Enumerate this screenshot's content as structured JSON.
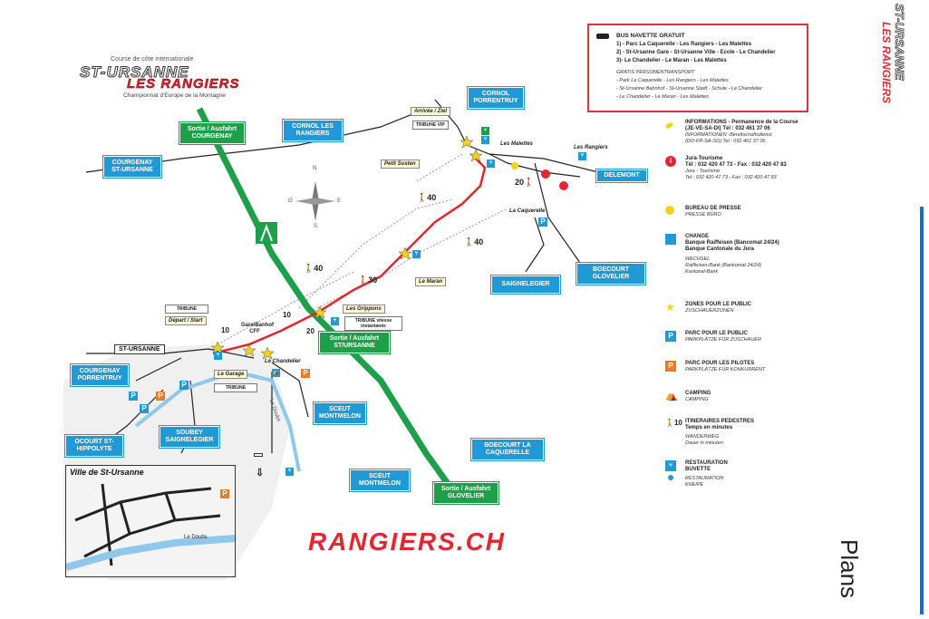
{
  "logo_text": {
    "top": "Course de côte internationale",
    "name1": "ST-URSANNE",
    "name2": "LES RANGIERS",
    "bottom": "Championnat d'Europe de la Montagne"
  },
  "brand_url": "RANGIERS.CH",
  "side_title": "Plans",
  "compass": {
    "n": "N",
    "e": "E",
    "s": "S",
    "o": "O"
  },
  "signs": {
    "sortie_courgenay": "Sortie / Ausfahrt COURGENAY",
    "cornol_rangiers": "CORNOL LES RANGIERS",
    "cornol_porrentruy": "CORNOL PORRENTRUY",
    "courgenay_stursanne": "COURGENAY ST-URSANNE",
    "delemont": "DELEMONT",
    "saignelegier": "SAIGNELEGIER",
    "boecourt_glovelier": "BOECOURT GLOVELIER",
    "courgenay_porrentruy": "COURGENAY PORRENTRUY",
    "sortie_stursanne": "Sortie / Ausfahrt ST/URSANNE",
    "sceut_montmelon_1": "SCEUT MONTMELON",
    "ocourt": "OCOURT ST-HIPPOLYTE",
    "soubey": "SOUBEY SAIGNELEGIER",
    "boecourt_caquerelle": "BOECOURT LA CAQUERELLE",
    "sceut_montmelon_2": "SCEUT MONTMELON",
    "sortie_glovelier": "Sortie / Ausfahrt GLOVELIER"
  },
  "places": {
    "arrivee": "Arrivée / Ziel",
    "tribune_vip": "TRIBUNE VIP",
    "les_malettes": "Les Malettes",
    "les_rangiers": "Les Rangiers",
    "petit_susten": "Petit Susten",
    "la_caquerelle": "La Caquerelle",
    "le_maran": "Le Maran",
    "les_grippons": "Les Grippons",
    "tribune_vitesse": "TRIBUNE vitesse instantanée",
    "tribune": "TRIBUNE",
    "depart": "Départ / Start",
    "gare": "Gare/Banhof CFF",
    "le_chandelier": "Le Chandelier",
    "le_garage": "Le Garage",
    "tribune2": "TRIBUNE",
    "st_ursanne": "ST-URSANNE",
    "tariche": "TARICHE",
    "le_doubs": "Le Doubs",
    "ville": "Ville de St-Ursanne",
    "le_doubs_inset": "Le Doubs"
  },
  "hiking_times": [
    "40",
    "40",
    "40",
    "30",
    "10",
    "20",
    "10",
    "20"
  ],
  "bus": {
    "title": "BUS NAVETTE GRATUIT",
    "lines": [
      "1) - Parc La Caquerelle - Les Rangiers - Les Malettes",
      "2) - St-Ursanne Gare - St-Ursanne Ville - Ecole - Le Chandelier",
      "3)- Le Chandelier - Le Maran - Les Malettes"
    ],
    "de_title": "GRATIS PERSONENTRANSPORT",
    "de_lines": [
      "- Park La Caquerelle - Les Rangiers - Les Malettes",
      "- St-Ursanne Bahnhof - St-Ursanne Stadt - Schule - Le Chandelier",
      "- Le Chandelier - Le Maran - Les Malettes"
    ]
  },
  "legend": [
    {
      "icon": "pencil-icon",
      "title": "INFORMATIONS - Permanence de la Course",
      "title2": "(JE-VE-SA-DI) Tél : 032 461 37 06",
      "sub": "INFORMATIONEN -Bereitschaftsdienst",
      "sub2": "(DO-FR-SA-SO) Tel : 032 461 37 06"
    },
    {
      "icon": "info-icon",
      "title": "Jura-Tourisme",
      "title2": "Tél : 032 420 47 73 - Fax : 032 420 47 83",
      "sub": "Jura - Tourisme",
      "sub2": "Tel : 032 420 47 73 - Fax : 032 420 47 83"
    },
    {
      "icon": "press-icon",
      "title": "BUREAU DE PRESSE",
      "title2": "",
      "sub": "PRESSE BÜRO",
      "sub2": ""
    },
    {
      "icon": "change-icon",
      "title": "CHANGE",
      "title2": "Banque Raiffeisen (Bancomat 24/24)",
      "title3": "Banque Cantonale du Jura",
      "sub": "WECHSEL",
      "sub2": "Raiffeisen-Bank (Bankomat 24/24)",
      "sub3": "Kantonal-Bank"
    },
    {
      "icon": "star-icon",
      "title": "ZONES POUR LE PUBLIC",
      "title2": "",
      "sub": "ZUSCHAUERZONEN",
      "sub2": ""
    },
    {
      "icon": "parking-public-icon",
      "title": "PARC POUR LE PUBLIC",
      "title2": "",
      "sub": "PARKPLÄTZE FÜR ZUSCHAUER",
      "sub2": ""
    },
    {
      "icon": "parking-pilots-icon",
      "title": "PARC POUR LES PILOTES",
      "title2": "",
      "sub": "PARKPLÄTZE FÜR KONKURRENT",
      "sub2": ""
    },
    {
      "icon": "camping-icon",
      "title": "CAMPING",
      "title2": "",
      "sub": "CAMPING",
      "sub2": ""
    },
    {
      "icon": "hiker-icon",
      "num": "10",
      "title": "ITINERAIRES PEDESTRES",
      "title2": "Temps en minutes",
      "sub": "WANDERWEG",
      "sub2": "Dauer in minuten"
    },
    {
      "icon": "restaurant-icon",
      "title": "RESTAURATION",
      "title2": "BUVETTE",
      "sub": "RESTAURATION",
      "sub2": "KNEIPE"
    }
  ],
  "letters": {
    "p": "P"
  },
  "colors": {
    "sign_blue": "#1f9ad6",
    "sign_green": "#1ea04a",
    "race_route": "#e3262f",
    "highway": "#1ea04a",
    "parking_pilots": "#e97c2a",
    "brand_red": "#e3262f"
  }
}
